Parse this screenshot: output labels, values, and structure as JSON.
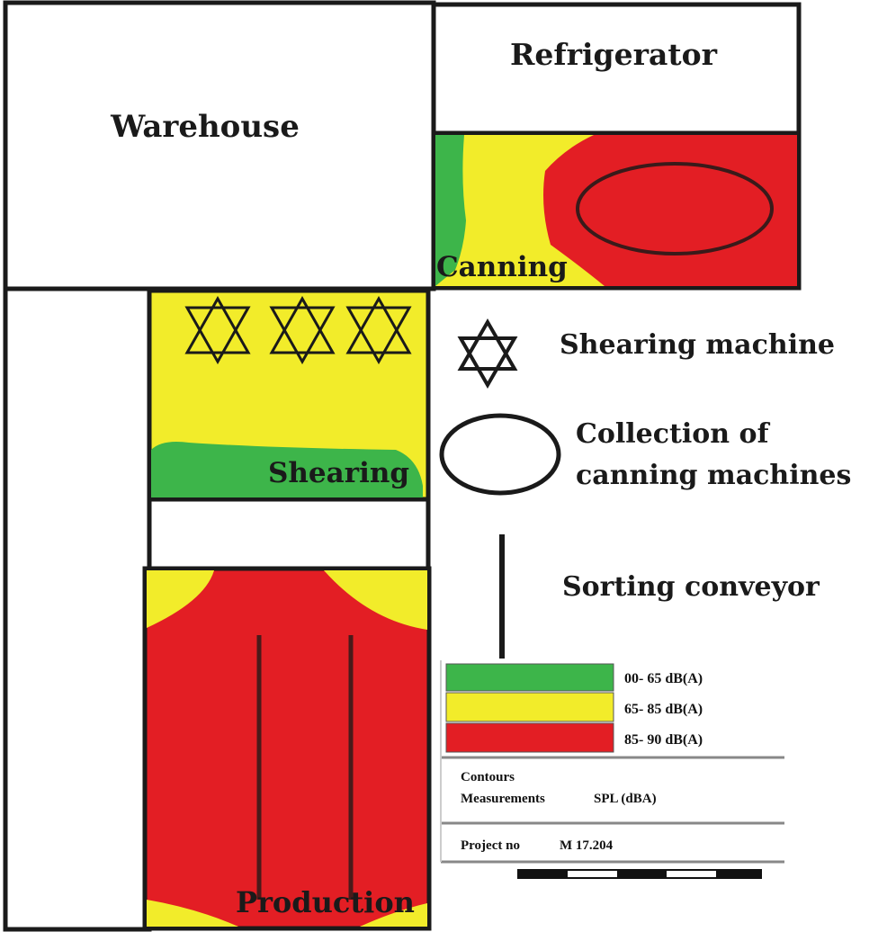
{
  "rooms": {
    "warehouse": "Warehouse",
    "refrigerator": "Refrigerator",
    "canning": "Canning",
    "shearing": "Shearing",
    "production": "Production"
  },
  "symbol_legend": {
    "shearing_machine": "Shearing machine",
    "collection_line1": "Collection of",
    "collection_line2": "canning machines",
    "sorting_conveyor": "Sorting conveyor"
  },
  "color_legend": [
    {
      "label": "00- 65 dB(A)",
      "color": "#3db54a"
    },
    {
      "label": "65- 85 dB(A)",
      "color": "#f2ec2a"
    },
    {
      "label": "85- 90 dB(A)",
      "color": "#e31e24"
    }
  ],
  "info": {
    "contours": "Contours",
    "measurements": "Measurements",
    "spl": "SPL (dBA)",
    "project_label": "Project no",
    "project_number": "M  17.204"
  },
  "colors": {
    "green": "#3db54a",
    "yellow": "#f2ec2a",
    "red": "#e31e24",
    "wall": "#1a1a1a"
  }
}
